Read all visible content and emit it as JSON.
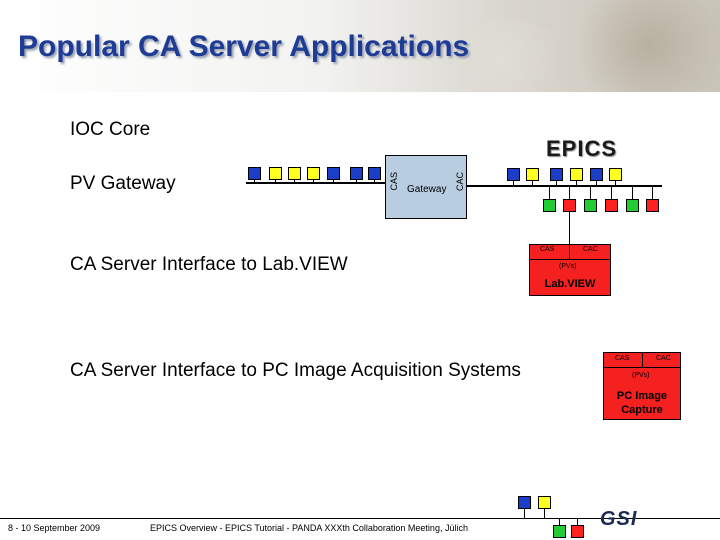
{
  "title": "Popular CA Server Applications",
  "bullets": {
    "ioc_core": "IOC Core",
    "pv_gateway": "PV Gateway",
    "labview": "CA Server Interface to Lab.VIEW",
    "pc_image": "CA Server Interface to PC Image Acquisition Systems"
  },
  "epics_label": "EPICS",
  "gateway": {
    "cas": "CAS",
    "cac": "CAC",
    "label": "Gateway"
  },
  "labview_box": {
    "cas": "CAS",
    "cac": "CAC",
    "pvs": "(PVs)",
    "label": "Lab.VIEW"
  },
  "pc_box": {
    "cas": "CAS",
    "cac": "CAC",
    "pvs": "(PVs)",
    "label_line1": "PC Image",
    "label_line2": "Capture"
  },
  "footer": {
    "date": "8 - 10 September 2009",
    "text": "EPICS Overview - EPICS Tutorial - PANDA XXXth Collaboration Meeting, Jülich",
    "logo": "GSI"
  },
  "colors": {
    "title": "#1e3c96",
    "blue_node": "#1a3ec8",
    "yellow_node": "#ffff22",
    "green_node": "#22cc33",
    "red_node": "#ff2020",
    "gateway_box": "#b9cde0"
  }
}
